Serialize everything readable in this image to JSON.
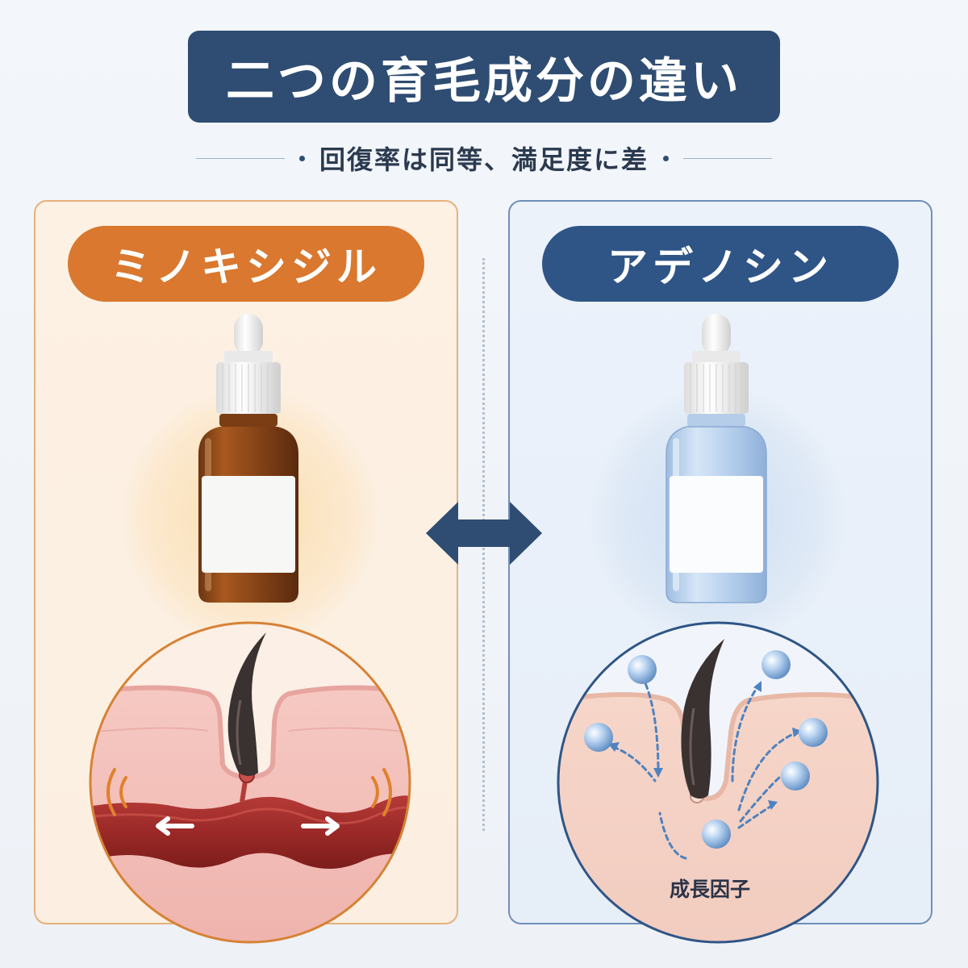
{
  "header": {
    "title": "二つの育毛成分の違い",
    "subtitle": "回復率は同等、満足度に差"
  },
  "left_panel": {
    "name": "ミノキシジル",
    "accent_color": "#d9782e",
    "border_color": "#e6b27c",
    "bottle_type": "amber-dropper-bottle",
    "illustration": "vasodilation-blood-vessel"
  },
  "right_panel": {
    "name": "アデノシン",
    "accent_color": "#2f5586",
    "border_color": "#6f8fb8",
    "bottle_type": "clear-blue-dropper-bottle",
    "illustration": "growth-factor-molecules",
    "label": "成長因子"
  },
  "center": {
    "icon": "double-arrow-icon",
    "color": "#2f4d72"
  }
}
